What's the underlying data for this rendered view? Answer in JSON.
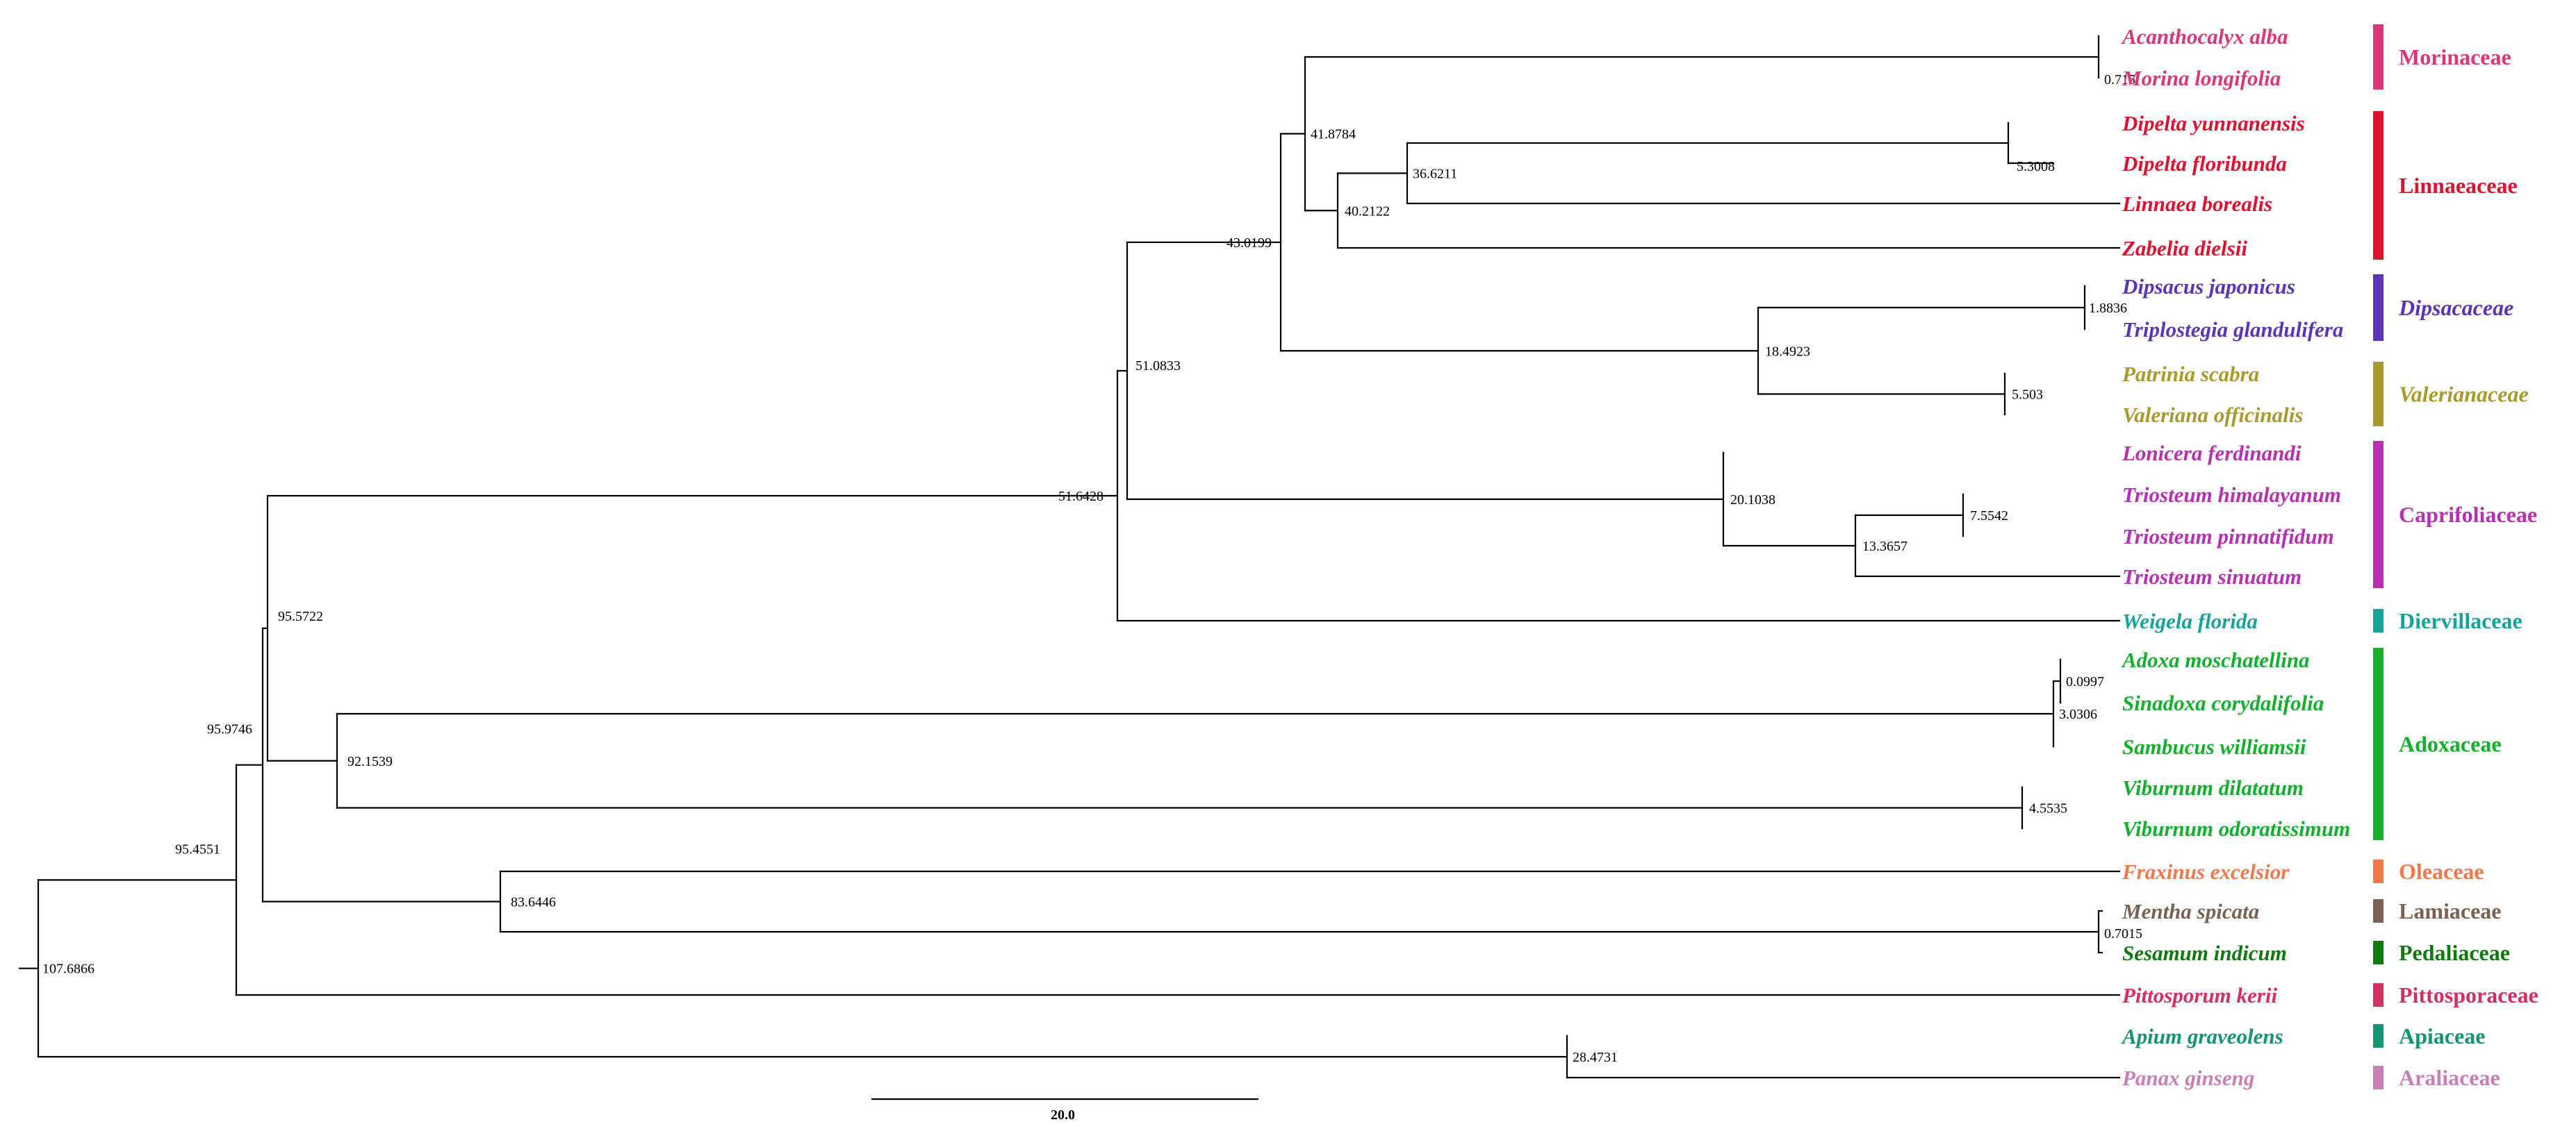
{
  "node_labels": {
    "root": "107.6866",
    "n1": "95.4551",
    "n2": "95.9746",
    "n3": "95.5722",
    "n4": "51.6428",
    "n5": "51.0833",
    "n6": "43.0199",
    "n7": "41.8784",
    "n8": "0.715",
    "n9": "40.2122",
    "n10": "36.6211",
    "n11": "5.3008",
    "n12": "18.4923",
    "n13": "1.8836",
    "n14": "5.503",
    "n15": "20.1038",
    "n16": "13.3657",
    "n17": "7.5542",
    "n18": "92.1539",
    "n19": "3.0306",
    "n20": "0.0997",
    "n21": "4.5535",
    "n22": "83.6446",
    "n23": "0.7015",
    "n24": "28.4731"
  },
  "taxa": [
    {
      "name": "Acanthocalyx alba",
      "color": "#d9367c"
    },
    {
      "name": "Morina longifolia",
      "color": "#d9367c"
    },
    {
      "name": "Dipelta yunnanensis",
      "color": "#e0102f"
    },
    {
      "name": "Dipelta floribunda",
      "color": "#e0102f"
    },
    {
      "name": "Linnaea borealis",
      "color": "#e0102f"
    },
    {
      "name": "Zabelia dielsii",
      "color": "#e0102f"
    },
    {
      "name": "Dipsacus japonicus",
      "color": "#5b34b8"
    },
    {
      "name": "Triplostegia glandulifera",
      "color": "#5b34b8"
    },
    {
      "name": "Patrinia scabra",
      "color": "#a89a2c"
    },
    {
      "name": "Valeriana officinalis",
      "color": "#a89a2c"
    },
    {
      "name": "Lonicera ferdinandi",
      "color": "#b92fb2"
    },
    {
      "name": "Triosteum himalayanum",
      "color": "#b92fb2"
    },
    {
      "name": "Triosteum pinnatifidum",
      "color": "#b92fb2"
    },
    {
      "name": "Triosteum sinuatum",
      "color": "#b92fb2"
    },
    {
      "name": "Weigela florida",
      "color": "#15a39a"
    },
    {
      "name": "Adoxa moschatellina",
      "color": "#12b02c"
    },
    {
      "name": "Sinadoxa corydalifolia",
      "color": "#12b02c"
    },
    {
      "name": "Sambucus williamsii",
      "color": "#12b02c"
    },
    {
      "name": "Viburnum dilatatum",
      "color": "#12b02c"
    },
    {
      "name": "Viburnum odoratissimum",
      "color": "#12b02c"
    },
    {
      "name": "Fraxinus excelsior",
      "color": "#f2774a"
    },
    {
      "name": "Mentha spicata",
      "color": "#7b6152"
    },
    {
      "name": "Sesamum indicum",
      "color": "#0f7a0f"
    },
    {
      "name": "Pittosporum kerii",
      "color": "#d4305f"
    },
    {
      "name": "Apium graveolens",
      "color": "#139474"
    },
    {
      "name": "Panax ginseng",
      "color": "#c87fb5"
    }
  ],
  "families": [
    {
      "name": "Morinaceae",
      "color": "#d9367c",
      "first": 0,
      "last": 1,
      "italic": false
    },
    {
      "name": "Linnaeaceae",
      "color": "#e0102f",
      "first": 2,
      "last": 5,
      "italic": false
    },
    {
      "name": "Dipsacaceae",
      "color": "#5b34b8",
      "first": 6,
      "last": 7,
      "italic": true
    },
    {
      "name": "Valerianaceae",
      "color": "#a89a2c",
      "first": 8,
      "last": 9,
      "italic": true
    },
    {
      "name": "Caprifoliaceae",
      "color": "#b92fb2",
      "first": 10,
      "last": 13,
      "italic": false
    },
    {
      "name": "Diervillaceae",
      "color": "#15a39a",
      "first": 14,
      "last": 14,
      "italic": false
    },
    {
      "name": "Adoxaceae",
      "color": "#12b02c",
      "first": 15,
      "last": 19,
      "italic": false
    },
    {
      "name": "Oleaceae",
      "color": "#f2774a",
      "first": 20,
      "last": 20,
      "italic": false
    },
    {
      "name": "Lamiaceae",
      "color": "#7b6152",
      "first": 21,
      "last": 21,
      "italic": false
    },
    {
      "name": "Pedaliaceae",
      "color": "#0f7a0f",
      "first": 22,
      "last": 22,
      "italic": false
    },
    {
      "name": "Pittosporaceae",
      "color": "#d4305f",
      "first": 23,
      "last": 23,
      "italic": false
    },
    {
      "name": "Apiaceae",
      "color": "#139474",
      "first": 24,
      "last": 24,
      "italic": false
    },
    {
      "name": "Araliaceae",
      "color": "#c87fb5",
      "first": 25,
      "last": 25,
      "italic": false
    }
  ],
  "scale_bar": {
    "label": "20.0"
  }
}
